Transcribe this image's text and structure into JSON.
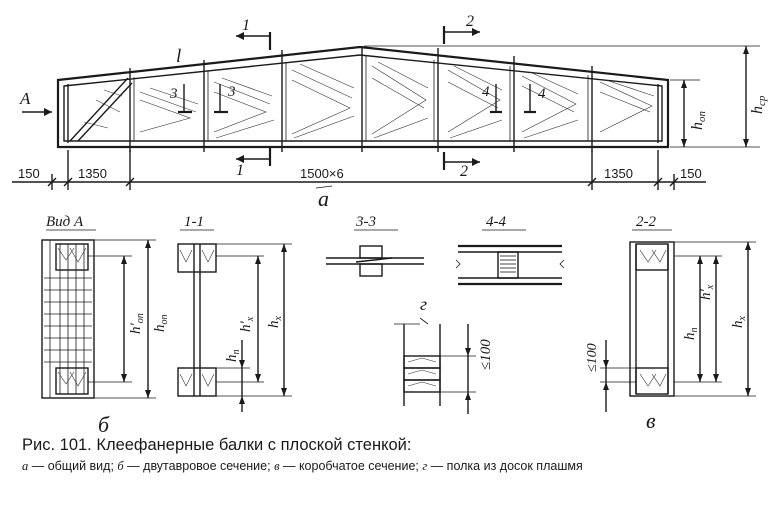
{
  "beam": {
    "label_view_arrow": "A",
    "label_top_chord": "l",
    "section_1_top": "1",
    "section_1_bottom": "1",
    "section_2_top": "2",
    "section_2_bottom": "2",
    "section_3_left": "3",
    "section_3_right": "3",
    "section_4_left": "4",
    "section_4_right": "4",
    "h_support": "h",
    "h_support_sub": "оп",
    "h_mid": "h",
    "h_mid_sub": "ср"
  },
  "dimensions": {
    "d150_left": "150",
    "d1350_left": "1350",
    "d_middle": "1500×6",
    "d1350_right": "1350",
    "d150_right": "150"
  },
  "labels": {
    "a": "а",
    "b": "б",
    "v": "в",
    "g": "г",
    "vid_a": "Вид А",
    "s11": "1-1",
    "s33": "3-3",
    "s44": "4-4",
    "s22": "2-2",
    "h_op_prime": "h'",
    "h_op_prime_sub": "оп",
    "h_op": "h",
    "h_op_sub": "оп",
    "hx_prime": "h'",
    "hx_prime_sub": "x",
    "hx": "h",
    "hx_sub": "x",
    "hn": "h",
    "hn_sub": "п",
    "le100": "≤100",
    "b_h_n": "h",
    "b_h_n_sub": "п",
    "b_hx_prime": "h'",
    "b_hx_prime_sub": "x",
    "b_hx": "h",
    "b_hx_sub": "x",
    "b_le100": "≤100"
  },
  "caption": {
    "title": "Рис. 101. Клеефанерные балки с плоской стенкой:",
    "a_letter": "а",
    "a_text": " — общий вид; ",
    "b_letter": "б",
    "b_text": " — двутавровое сечение; ",
    "v_letter": "в",
    "v_text": " — коробчатое сечение; ",
    "g_letter": "г",
    "g_text": " — полка из досок плашмя"
  }
}
